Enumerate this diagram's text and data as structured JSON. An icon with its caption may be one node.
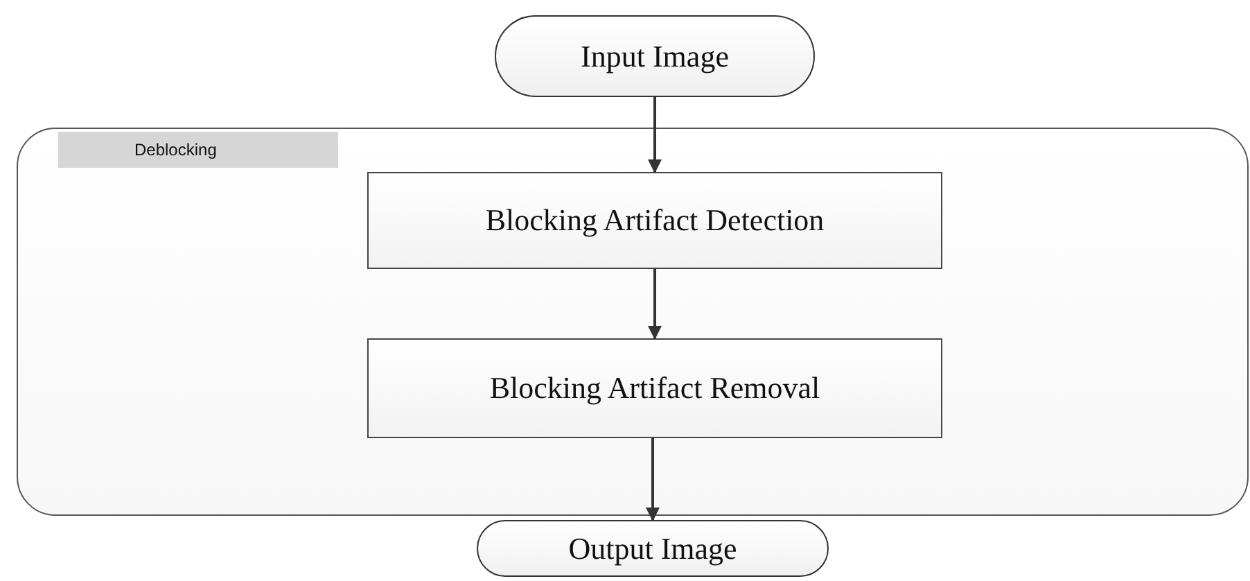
{
  "diagram": {
    "nodes": [
      {
        "text": [
          "Input Image"
        ]
      },
      {
        "text": [
          "Deblocking"
        ]
      },
      {
        "text": [
          "Blocking Artifact Detection"
        ],
        "in": 1
      },
      {
        "text": [
          "Blocking Artifact Removal"
        ],
        "in": 1
      },
      {
        "text": [
          "Output Image"
        ]
      }
    ],
    "edges": [
      {
        "from": 0,
        "to": 2,
        "arrow": "to"
      },
      {
        "from": 2,
        "to": 3,
        "arrow": "to"
      },
      {
        "from": 3,
        "to": 4,
        "arrow": "to"
      }
    ]
  }
}
